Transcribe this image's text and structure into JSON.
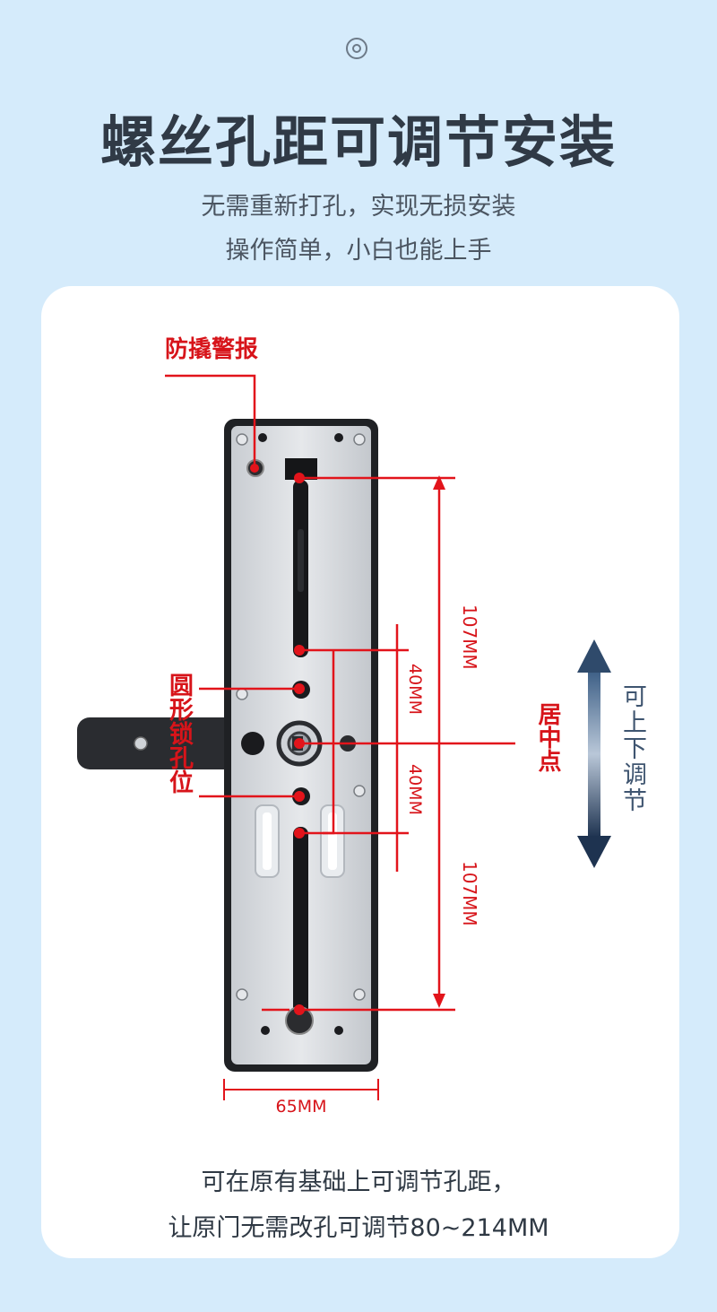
{
  "header": {
    "title": "螺丝孔距可调节安装",
    "subtitle_line1": "无需重新打孔，实现无损安装",
    "subtitle_line2": "操作简单，小白也能上手"
  },
  "diagram": {
    "label_tamper": "防撬警报",
    "label_round_hole": "圆形锁孔位",
    "label_center": "居中点",
    "label_adjust": "可上下调节",
    "dim_top": "107MM",
    "dim_mid_upper": "40MM",
    "dim_mid_lower": "40MM",
    "dim_bottom": "107MM",
    "dim_width": "65MM"
  },
  "caption": {
    "line1": "可在原有基础上可调节孔距，",
    "line2": "让原门无需改孔可调节80~214MM"
  },
  "colors": {
    "background": "#d5ebfb",
    "accent_red": "#d7141a",
    "arrow_blue": "#2f4a6b",
    "title": "#303a46"
  }
}
